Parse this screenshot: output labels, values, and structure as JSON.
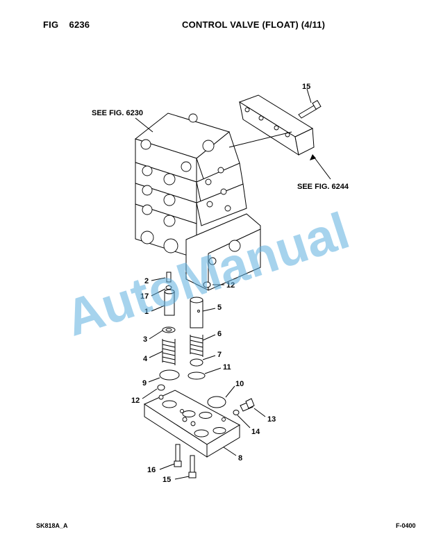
{
  "header": {
    "fig_label": "FIG",
    "fig_number": "6236",
    "title": "CONTROL VALVE (FLOAT) (4/11)"
  },
  "footer": {
    "left": "SK818A_A",
    "right": "F-0400"
  },
  "watermark": {
    "text": "AutoManual",
    "color": "#5fb0e0"
  },
  "references": {
    "ref_valve_body": "SEE FIG. 6230",
    "ref_bracket": "SEE FIG. 6244"
  },
  "callouts": {
    "c1": "1",
    "c2": "2",
    "c3": "3",
    "c4": "4",
    "c5": "5",
    "c6": "6",
    "c7": "7",
    "c8": "8",
    "c9": "9",
    "c10": "10",
    "c11": "11",
    "c12a": "12",
    "c12b": "12",
    "c13": "13",
    "c14": "14",
    "c15a": "15",
    "c15b": "15",
    "c16": "16",
    "c17": "17"
  }
}
